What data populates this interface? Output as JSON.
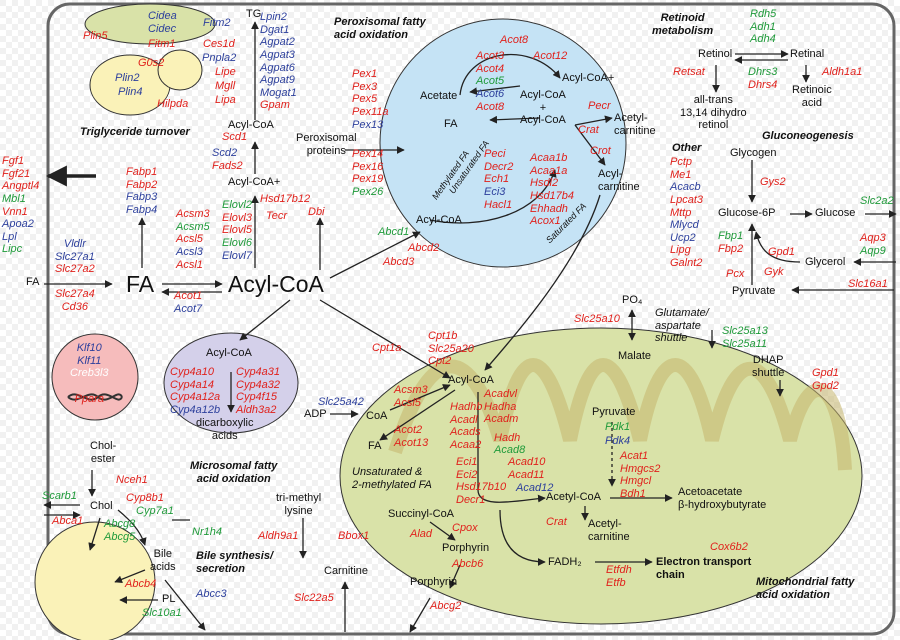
{
  "colors": {
    "red": "#e0211c",
    "green": "#1f9a3a",
    "blue": "#2c3f9c",
    "peroxisome": "#c5e3f5",
    "microsome": "#d4d0ea",
    "mito": "#d9e2a8",
    "lipid": "#faf2b8",
    "checker": "#ffffff"
  },
  "lipid_droplet": {
    "tg": "TG",
    "adipose_genes": [
      "Cidea",
      "Cidec",
      "Fitm2",
      "Fitm1",
      "Ces1d",
      "Plin5",
      "G0s2",
      "Pnpla2",
      "Lipe",
      "Mgll",
      "Lipa"
    ],
    "plin2": "Plin2",
    "plin4": "Plin4",
    "hilpda": "Hilpda",
    "tg_genes": [
      "Lpin2",
      "Dgat1",
      "Agpat2",
      "Agpat3",
      "Agpat6",
      "Agpat9",
      "Mogat1",
      "Gpam"
    ],
    "acylcoa": "Acyl-CoA",
    "scd1": "Scd1",
    "triglyceride_turnover": "Triglyceride turnover"
  },
  "peroxisome": {
    "title": [
      "Peroxisomal fatty",
      "acid oxidation"
    ],
    "pex": [
      "Pex1",
      "Pex3",
      "Pex5",
      "Pex11a",
      "Pex13"
    ],
    "pex2": [
      "Pex14",
      "Pex16",
      "Pex19",
      "Pex26"
    ],
    "proteins": [
      "Peroxisomal",
      "proteins"
    ],
    "acot_top": [
      "Acot8",
      "Acot12"
    ],
    "acot_mid": [
      "Acot3",
      "Acot4",
      "Acot5",
      "Acot6",
      "Acot8"
    ],
    "acetate": "Acetate",
    "acylcoa_plus": "Acyl-CoA+",
    "acylcoa_center": [
      "Acyl-CoA",
      "+",
      "Acyl-CoA"
    ],
    "fa": "FA",
    "pecr": "Pecr",
    "crat": "Crat",
    "acetyl_carnitine": [
      "Acetyl-",
      "carnitine"
    ],
    "crot": "Crot",
    "acyl_carnitine": [
      "Acyl-",
      "carnitine"
    ],
    "methylated": "Methylated FA",
    "unsaturated": "Unsaturated FA",
    "saturated": "Saturated FA",
    "beta_genes": [
      "Peci",
      "Decr2",
      "Ech1",
      "Eci3",
      "Hacl1"
    ],
    "beta_genes2": [
      "Acaa1b",
      "Acaa1a",
      "Hsdl2",
      "Hsd17b4",
      "Ehhadh",
      "Acox1"
    ],
    "acyl_coa_bottom": "Acyl-CoA",
    "abcd1": "Abcd1",
    "abcd2": "Abcd2",
    "abcd3": "Abcd3"
  },
  "left": {
    "fgf": [
      "Fgf1",
      "Fgf21",
      "Angptl4",
      "Mbl1",
      "Vnn1",
      "Apoa2",
      "Lpl",
      "Lipc"
    ],
    "fa_label": "FA",
    "transport": [
      "Vldlr",
      "Slc27a1",
      "Slc27a2",
      "Slc27a4",
      "Cd36"
    ],
    "fabp": [
      "Fabp1",
      "Fabp2",
      "Fabp3",
      "Fabp4"
    ],
    "scd2": [
      "Scd2",
      "Fads2"
    ],
    "acylcoa_plus": "Acyl-CoA+",
    "acsm": [
      "Acsm3",
      "Acsm5",
      "Acsl5",
      "Acsl3",
      "Acsl1"
    ],
    "elovl": [
      "Elovl2",
      "Elovl3",
      "Elovl5",
      "Elovl6",
      "Elovl7"
    ],
    "hsd": [
      "Hsd17b12",
      "Tecr"
    ],
    "dbi": "Dbi",
    "big_fa": "FA",
    "big_acylcoa": "Acyl-CoA",
    "acot": [
      "Acot1",
      "Acot7"
    ]
  },
  "nucleus": {
    "genes": [
      "Klf10",
      "Klf11",
      "Creb3l3",
      "Ppara"
    ]
  },
  "microsome": {
    "acylcoa": "Acyl-CoA",
    "cyp_left": [
      "Cyp4a10",
      "Cyp4a14",
      "Cyp4a12a",
      "Cyp4a12b"
    ],
    "cyp_right": [
      "Cyp4a31",
      "Cyp4a32",
      "Cyp4f15",
      "Aldh3a2"
    ],
    "dicarb": [
      "dicarboxylic",
      "acids"
    ],
    "title": [
      "Microsomal fatty",
      "acid oxidation"
    ]
  },
  "retinoid": {
    "title": [
      "Retinoid",
      "metabolism"
    ],
    "retinol": "Retinol",
    "retinal": "Retinal",
    "rdh": [
      "Rdh5",
      "Adh1",
      "Adh4"
    ],
    "retsat": "Retsat",
    "dhrs": [
      "Dhrs3",
      "Dhrs4"
    ],
    "aldh": "Aldh1a1",
    "alltrans": [
      "all-trans",
      "13,14 dihydro",
      "retinol"
    ],
    "retinoic": [
      "Retinoic",
      "acid"
    ]
  },
  "other": {
    "title": "Other",
    "genes_red": [
      "Pctp",
      "Me1"
    ],
    "acacb": "Acacb",
    "genes_red2": [
      "Lpcat3",
      "Mttp"
    ],
    "blue2": [
      "Mlycd",
      "Ucp2"
    ],
    "genes_red3": [
      "Lipg",
      "Galnt2"
    ]
  },
  "gluconeogenesis": {
    "title": "Gluconeogenesis",
    "glycogen": "Glycogen",
    "gys2": "Gys2",
    "g6p": "Glucose-6P",
    "glucose": "Glucose",
    "slc2a2": "Slc2a2",
    "fbp": [
      "Fbp1",
      "Fbp2"
    ],
    "gpd1": "Gpd1",
    "gyk": "Gyk",
    "aqp": [
      "Aqp3",
      "Aqp9"
    ],
    "glycerol": "Glycerol",
    "pcx": "Pcx",
    "pyruvate": "Pyruvate",
    "slc16a1": "Slc16a1"
  },
  "shuttles": {
    "po4": "PO₄",
    "slc25a10": "Slc25a10",
    "glut": [
      "Glutamate/",
      "aspartate",
      "shuttle"
    ],
    "slc25a13": [
      "Slc25a13",
      "Slc25a11"
    ],
    "malate": "Malate",
    "dhap": [
      "DHAP",
      "shuttle"
    ],
    "gpd": [
      "Gpd1",
      "Gpd2"
    ]
  },
  "mito": {
    "cpt": [
      "Cpt1b",
      "Slc25a20",
      "Cpt2"
    ],
    "cpt1a": "Cpt1a",
    "slc25a42": "Slc25a42",
    "adp": "ADP",
    "coa": "CoA",
    "acylcoa": "Acyl-CoA",
    "acsm": [
      "Acsm3",
      "Acsl5"
    ],
    "fa": "FA",
    "acot": [
      "Acot2",
      "Acot13"
    ],
    "hadhb": [
      "Hadhb",
      "Acadl",
      "Acads",
      "Acaa2"
    ],
    "acadvl": [
      "Acadvl",
      "Hadha",
      "Acadm"
    ],
    "hadh": "Hadh",
    "acad8": "Acad8",
    "unsat": [
      "Unsaturated &",
      "2-methylated FA"
    ],
    "eci": [
      "Eci1",
      "Eci2",
      "Hsd17b10",
      "Decr1"
    ],
    "acad10": [
      "Acad10",
      "Acad11"
    ],
    "acad12": "Acad12",
    "pyruvate": "Pyruvate",
    "pdk1": "Pdk1",
    "pdk4": "Pdk4",
    "acetylcoa": "Acetyl-CoA",
    "acat": [
      "Acat1",
      "Hmgcs2",
      "Hmgcl",
      "Bdh1"
    ],
    "ketones": [
      "Acetoacetate",
      "β-hydroxybutyrate"
    ],
    "crat": "Crat",
    "acetyl_carnitine": [
      "Acetyl-",
      "carnitine"
    ],
    "succinyl": "Succinyl-CoA",
    "alad": "Alad",
    "cpox": "Cpox",
    "porphyrin": "Porphyrin",
    "abcb6": "Abcb6",
    "fadh": "FADH₂",
    "etfdh": [
      "Etfdh",
      "Etfb"
    ],
    "etc": [
      "Electron transport",
      "chain"
    ],
    "cox": "Cox6b2",
    "title": [
      "Mitochondrial fatty",
      "acid oxidation"
    ]
  },
  "bile": {
    "cholester": [
      "Chol-",
      "ester"
    ],
    "nceh1": "Nceh1",
    "scarb1": "Scarb1",
    "abca1": "Abca1",
    "chol": "Chol",
    "cyp8b1": "Cyp8b1",
    "cyp7a1": "Cyp7a1",
    "abcg": [
      "Abcg8",
      "Abcg5"
    ],
    "nr1h4": "Nr1h4",
    "bile_acids": [
      "Bile",
      "acids"
    ],
    "title": [
      "Bile synthesis/",
      "secretion"
    ],
    "abcb4": "Abcb4",
    "pl": "PL",
    "abcc3": "Abcc3",
    "slc10a1": "Slc10a1"
  },
  "carnitine": {
    "trimethyl": [
      "tri-methyl",
      "lysine"
    ],
    "aldh9a1": "Aldh9a1",
    "bbox1": "Bbox1",
    "carnitine": "Carnitine",
    "slc22a5": "Slc22a5",
    "porphyrin": "Porphyrin",
    "abcg2": "Abcg2"
  }
}
